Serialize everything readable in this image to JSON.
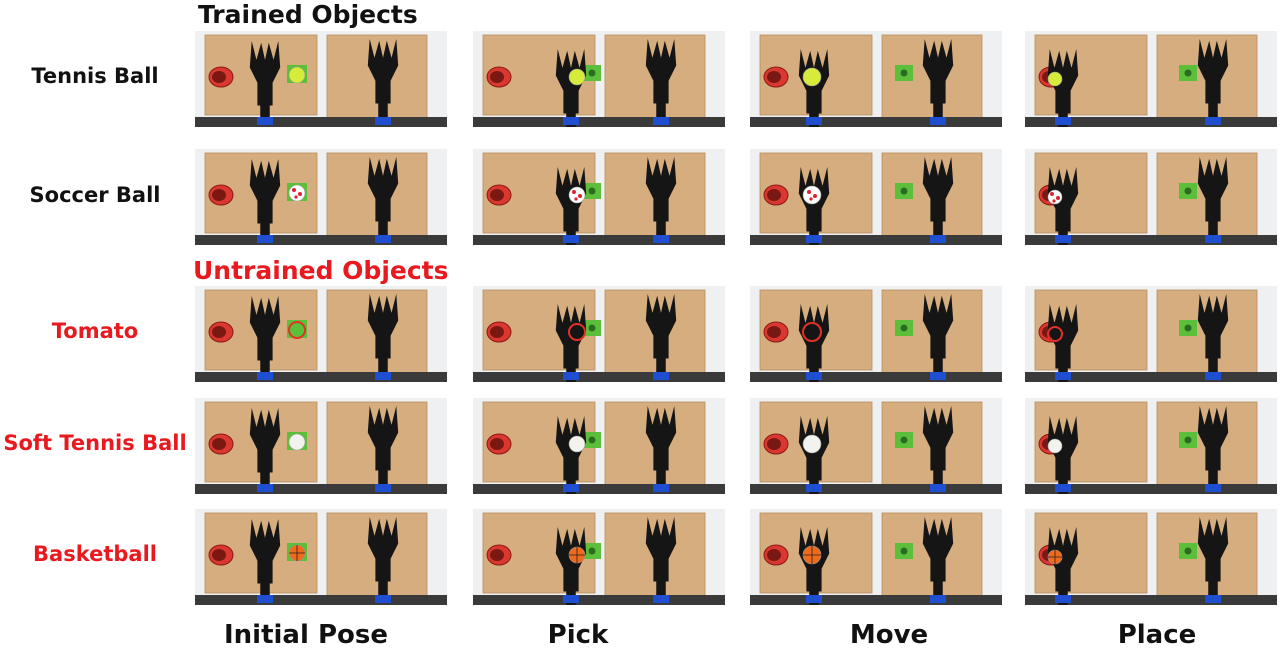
{
  "section_titles": {
    "trained": "Trained Objects",
    "untrained": "Untrained Objects"
  },
  "rows": [
    {
      "label": "Tennis Ball",
      "group": "trained",
      "object_color": "#d7ec3a"
    },
    {
      "label": "Soccer Ball",
      "group": "trained",
      "object_color": "#ffffff"
    },
    {
      "label": "Tomato",
      "group": "untrained",
      "object_color": "#e43026"
    },
    {
      "label": "Soft Tennis Ball",
      "group": "untrained",
      "object_color": "#f2f2ee"
    },
    {
      "label": "Basketball",
      "group": "untrained",
      "object_color": "#f06a1c"
    }
  ],
  "columns": [
    {
      "label": "Initial Pose"
    },
    {
      "label": "Pick"
    },
    {
      "label": "Move"
    },
    {
      "label": "Place"
    }
  ],
  "colors": {
    "trained_label": "#111111",
    "untrained_label": "#e8191f",
    "board": "#d6ad7e",
    "target_pad": "#5bbf3a",
    "bucket": "#d9372f",
    "gripper": "#151515",
    "base_blue": "#1f4fd0"
  }
}
